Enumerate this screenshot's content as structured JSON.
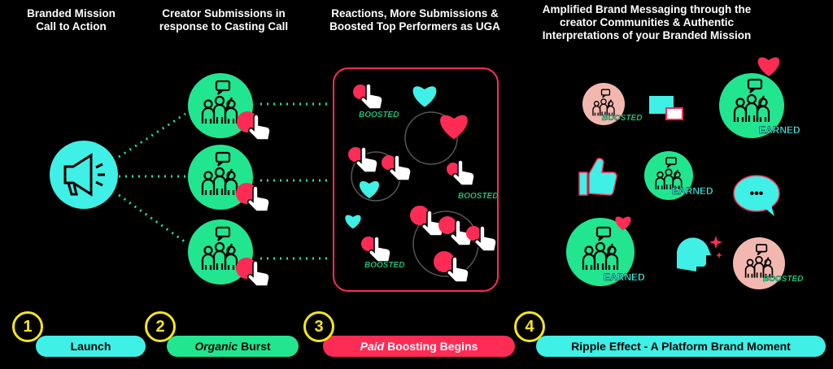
{
  "headers": {
    "h1": "Branded Mission Call to Action",
    "h2": "Creator Submissions in response to Casting Call",
    "h3": "Reactions, More Submissions & Boosted Top Performers as UGA",
    "h4": "Amplified Brand Messaging through the creator Communities & Authentic Interpretations of your Branded Mission"
  },
  "stages": [
    {
      "num": "1",
      "label": "Launch"
    },
    {
      "num": "2",
      "label_em": "Organic",
      "label_rest": " Burst"
    },
    {
      "num": "3",
      "label_em": "Paid",
      "label_rest": " Boosting Begins"
    },
    {
      "num": "4",
      "label": "Ripple Effect - A Platform Brand Moment"
    }
  ],
  "badges": {
    "boosted": "BOOSTED",
    "earned": "EARNED",
    "bubble": "•••"
  },
  "colors": {
    "teal": "#3ff0e6",
    "green": "#22e68f",
    "red": "#fe2c55",
    "yellow": "#f5e61a",
    "pink": "#f2b8b0"
  },
  "icons": [
    "megaphone-icon",
    "group-icon",
    "pointer-hand-icon",
    "heart-icon",
    "thumbs-up-icon",
    "chat-bubble-icon",
    "speech-bubble-icon",
    "head-icon",
    "sparkle-icon"
  ]
}
